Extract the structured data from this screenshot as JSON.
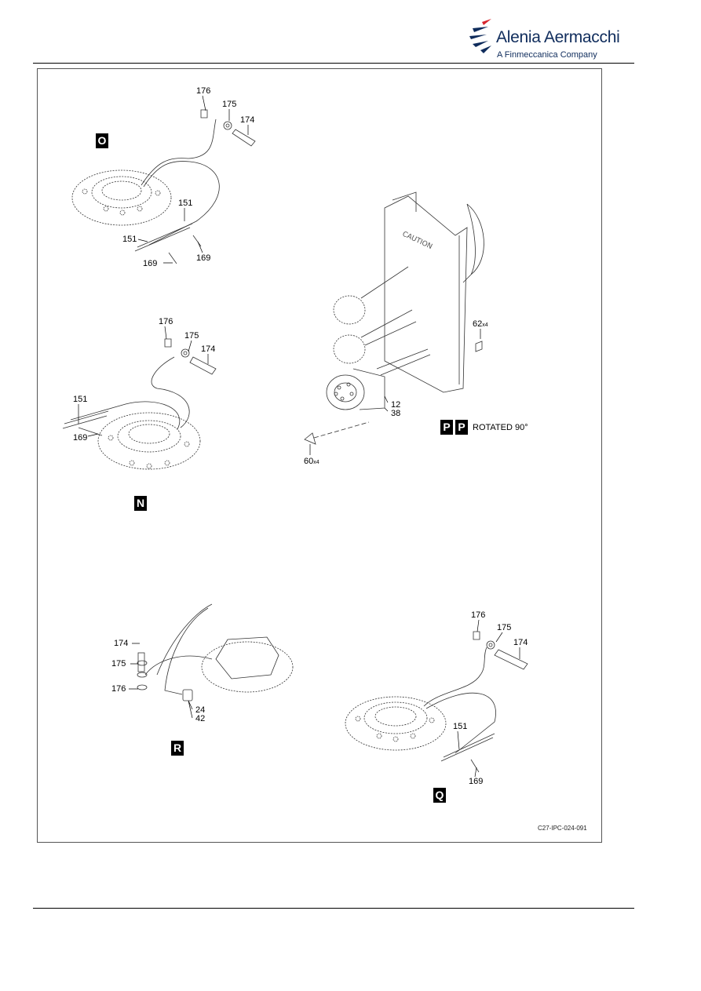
{
  "header": {
    "company": "Alenia Aermacchi",
    "tagline": "A Finmeccanica Company",
    "colors": {
      "brand_blue": "#0f2c5c",
      "brand_red": "#d7262e"
    }
  },
  "views": {
    "O": {
      "letter": "O",
      "callouts": [
        "176",
        "175",
        "174",
        "151",
        "151",
        "169",
        "169"
      ]
    },
    "N": {
      "letter": "N",
      "callouts": [
        "176",
        "175",
        "174",
        "151",
        "169"
      ]
    },
    "P": {
      "letters": [
        "P",
        "P"
      ],
      "rotation": "ROTATED 90°",
      "callouts": [
        "62",
        "12",
        "38",
        "60"
      ],
      "qty": "x4"
    },
    "R": {
      "letter": "R",
      "callouts": [
        "174",
        "175",
        "176",
        "24",
        "42"
      ]
    },
    "Q": {
      "letter": "Q",
      "callouts": [
        "176",
        "175",
        "174",
        "151",
        "169"
      ]
    }
  },
  "figure_ref": "C27-IPC-024-091"
}
